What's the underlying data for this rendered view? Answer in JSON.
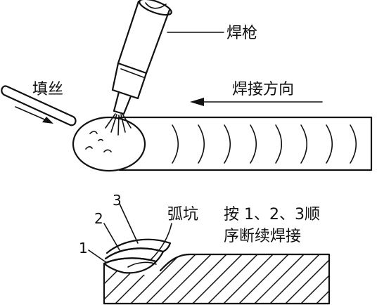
{
  "labels": {
    "torch": "焊枪",
    "filler_wire": "填丝",
    "weld_direction": "焊接方向",
    "crater": "弧坑",
    "sequence_line1": "按 1、2、3顺",
    "sequence_line2": "序断续焊接"
  },
  "sequence_numbers": [
    "1",
    "2",
    "3"
  ],
  "colors": {
    "ink": "#111111",
    "background": "#ffffff"
  }
}
